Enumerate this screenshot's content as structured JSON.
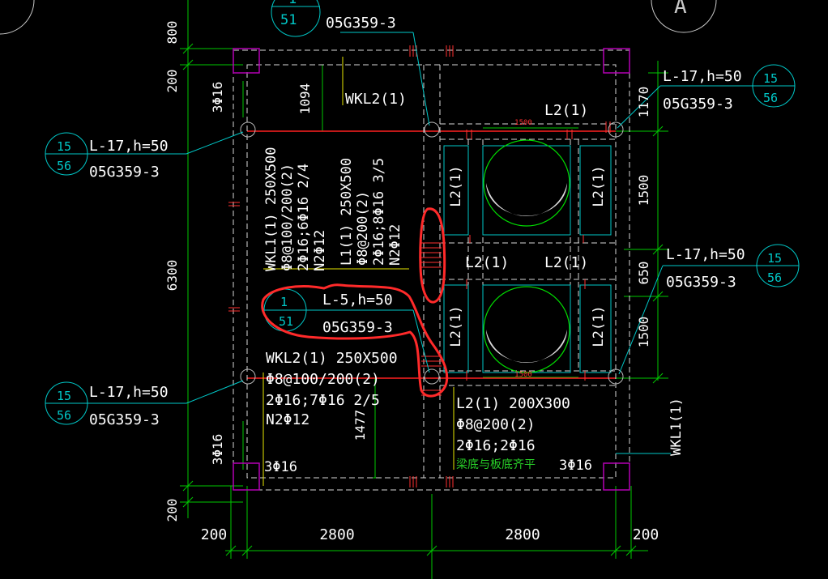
{
  "colors": {
    "background": "#000000",
    "beam": "#ffffff",
    "column": "#b400b4",
    "dim": "#00c800",
    "leader": "#00c8c8",
    "axis": "#ff2020",
    "yellow": "#e6e600",
    "markup": "#ff2a2a",
    "green_text": "#28d028"
  },
  "axis_bubbles": {
    "top_right": "A"
  },
  "top_ref": {
    "num_top": "1",
    "num_bottom": "51",
    "std": "05G359-3"
  },
  "dims": {
    "left": [
      "800",
      "200",
      "6300",
      "200"
    ],
    "bottom": [
      "200",
      "2800",
      "2800",
      "200"
    ],
    "right": [
      "1170",
      "1500",
      "650",
      "1500"
    ],
    "inner_top": "1094",
    "inner_bottom": "1477",
    "small_top": "1500",
    "small_bottom": "1500"
  },
  "column_rebar": {
    "top_left": "3Φ16",
    "bottom_left_vert": "3Φ16",
    "bottom_left": "3Φ16",
    "bottom_right": "3Φ16"
  },
  "callouts": [
    {
      "label": "L-17,h=50",
      "num_top": "15",
      "num_bottom": "56",
      "std": "05G359-3"
    },
    {
      "label": "L-17,h=50",
      "num_top": "15",
      "num_bottom": "56",
      "std": "05G359-3"
    },
    {
      "label": "L-17,h=50",
      "num_top": "15",
      "num_bottom": "56",
      "std": "05G359-3"
    },
    {
      "label": "L-17,h=50",
      "num_top": "15",
      "num_bottom": "56",
      "std": "05G359-3"
    },
    {
      "label": "L-5,h=50",
      "num_top": "1",
      "num_bottom": "51",
      "std": "05G359-3"
    }
  ],
  "beams": {
    "wkl2_top": "WKL2(1)",
    "l2_top": "L2(1)",
    "l2_left_upper": "L2(1)",
    "l2_right_upper": "L2(1)",
    "l2_mid_left": "L2(1)",
    "l2_mid_right": "L2(1)",
    "l2_left_lower": "L2(1)",
    "l2_right_lower": "L2(1)",
    "wkl1_right": "WKL1(1)",
    "wkl1_vert": [
      "WKL1(1) 250X500",
      "Φ8@100/200(2)",
      "2Φ16;6Φ16 2/4",
      "N2Φ12"
    ],
    "l1_vert": [
      "L1(1) 250X500",
      "Φ8@200(2)",
      "2Φ16;8Φ16 3/5",
      "N2Φ12"
    ],
    "wkl2_bottom": [
      "WKL2(1) 250X500",
      "Φ8@100/200(2)",
      "2Φ16;7Φ16 2/5",
      "N2Φ12"
    ],
    "l2_bottom": [
      "L2(1) 200X300",
      "Φ8@200(2)",
      "2Φ16;2Φ16"
    ],
    "note_green": "梁底与板底齐平"
  }
}
